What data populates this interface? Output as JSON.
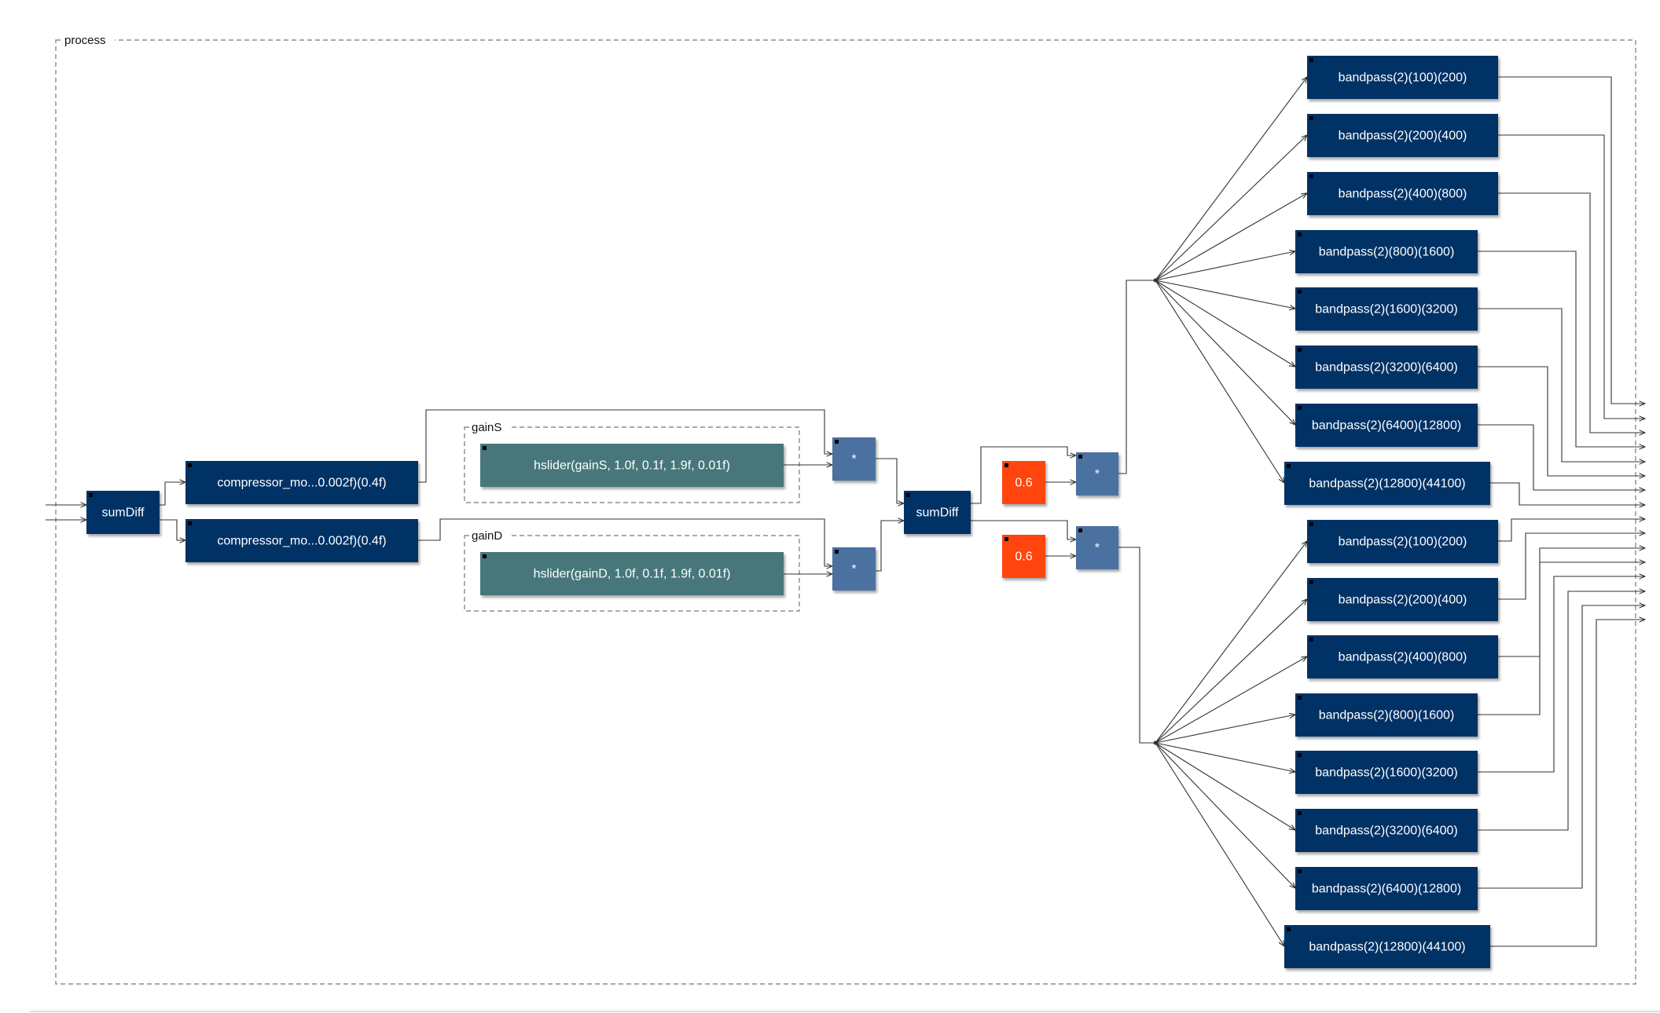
{
  "process": {
    "label": "process"
  },
  "groups": {
    "gainS": "gainS",
    "gainD": "gainD"
  },
  "blocks": {
    "sum_in": "sumDiff",
    "comp_top": "compressor_mo...0.002f)(0.4f)",
    "comp_bot": "compressor_mo...0.002f)(0.4f)",
    "slider_s": "hslider(gainS, 1.0f, 0.1f, 1.9f, 0.01f)",
    "slider_d": "hslider(gainD, 1.0f, 0.1f, 1.9f, 0.01f)",
    "mul_s": "*",
    "mul_d": "*",
    "sum_mid": "sumDiff",
    "const_top": "0.6",
    "const_bot": "0.6",
    "mul_top": "*",
    "mul_bot": "*"
  },
  "bandpass_top": [
    "bandpass(2)(100)(200)",
    "bandpass(2)(200)(400)",
    "bandpass(2)(400)(800)",
    "bandpass(2)(800)(1600)",
    "bandpass(2)(1600)(3200)",
    "bandpass(2)(3200)(6400)",
    "bandpass(2)(6400)(12800)",
    "bandpass(2)(12800)(44100)"
  ],
  "bandpass_bottom": [
    "bandpass(2)(100)(200)",
    "bandpass(2)(200)(400)",
    "bandpass(2)(400)(800)",
    "bandpass(2)(800)(1600)",
    "bandpass(2)(1600)(3200)",
    "bandpass(2)(3200)(6400)",
    "bandpass(2)(6400)(12800)",
    "bandpass(2)(12800)(44100)"
  ],
  "colors": {
    "block": "#003366",
    "mul": "#4b71a1",
    "slider": "#47777a",
    "const": "#ff4411"
  }
}
